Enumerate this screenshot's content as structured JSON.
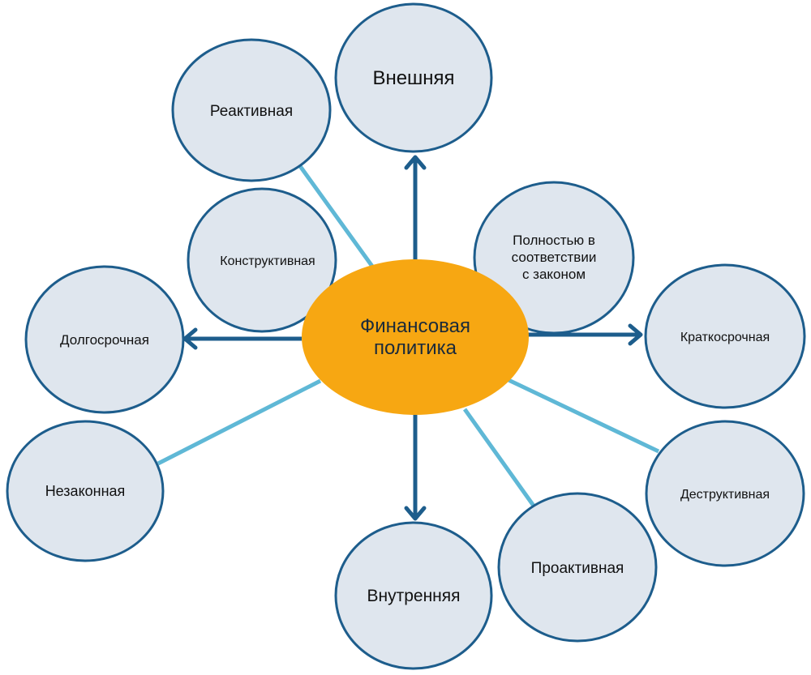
{
  "center": {
    "line1": "Финансовая",
    "line2": "политика"
  },
  "nodes": {
    "vneshnyaya": "Внешняя",
    "reaktivnaya": "Реактивная",
    "konstruktivnaya": "Конструктивная",
    "polnostyu_line1": "Полностью в",
    "polnostyu_line2": "соответствии",
    "polnostyu_line3": "с законом",
    "dolgosrochnaya": "Долгосрочная",
    "kratkosrochnaya": "Краткосрочная",
    "nezakonnaya": "Незаконная",
    "destruktivnaya": "Деструктивная",
    "proaktivnaya": "Проактивная",
    "vnutrennyaya": "Внутренняя"
  },
  "colors": {
    "center_fill": "#f7a712",
    "node_fill": "#dfe6ee",
    "node_stroke": "#1d5d8c",
    "arrow": "#1d5d8c",
    "connector": "#5fb8d6"
  }
}
